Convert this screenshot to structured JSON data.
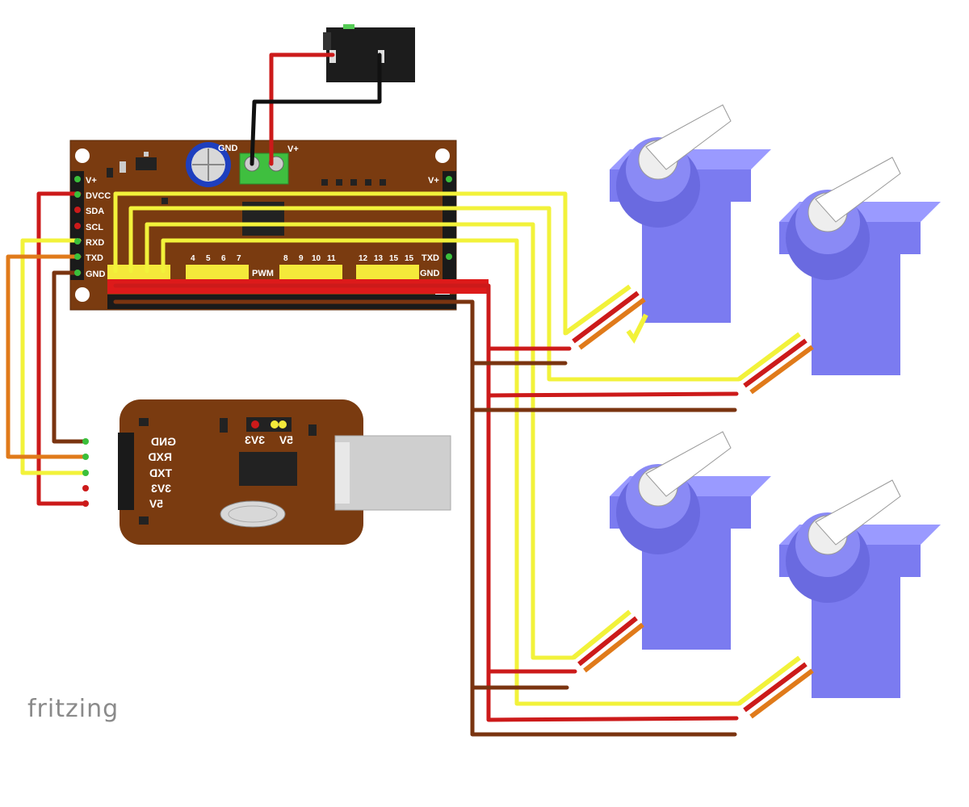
{
  "logo_text": "fritzing",
  "pwm_board": {
    "left_pins": [
      "V+",
      "DVCC",
      "SDA",
      "SCL",
      "RXD",
      "TXD",
      "GND"
    ],
    "right_pins": [
      "V+",
      "TXD",
      "GND"
    ],
    "terminal_labels": [
      "GND",
      "V+"
    ],
    "pwm_label": "PWM",
    "channel_numbers_group1": [
      "4",
      "5",
      "6",
      "7"
    ],
    "channel_numbers_group2": [
      "8",
      "9",
      "10",
      "11"
    ],
    "channel_numbers_group3": [
      "12",
      "13",
      "15",
      "15"
    ]
  },
  "usb_serial": {
    "pins": [
      "GND",
      "RXD",
      "TXD",
      "3V3",
      "5V"
    ],
    "jumper_labels": [
      "3V3",
      "5V"
    ]
  },
  "colors": {
    "board_brown": "#7a3b10",
    "servo_blue": "#7b7bf0",
    "wire_red": "#cc1a1a",
    "wire_black": "#111111",
    "wire_yellow": "#f2f23a",
    "wire_orange": "#e07a1a",
    "wire_brown": "#7a3410",
    "terminal_green": "#3fbf3f"
  },
  "icons": [
    "dc-jack-icon",
    "capacitor-icon",
    "servo-icon",
    "usb-connector-icon",
    "crystal-icon"
  ]
}
